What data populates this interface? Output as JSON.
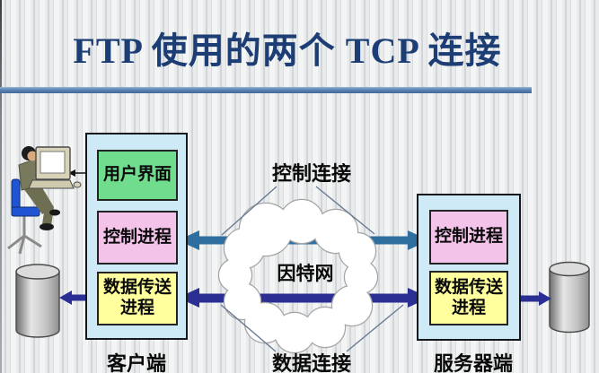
{
  "title": "FTP 使用的两个 TCP 连接",
  "client": {
    "caption": "客户端",
    "user_interface": "用户界面",
    "control_process": "控制进程",
    "data_transfer_line1": "数据传送",
    "data_transfer_line2": "进程"
  },
  "server": {
    "caption": "服务器端",
    "control_process": "控制进程",
    "data_transfer_line1": "数据传送",
    "data_transfer_line2": "进程"
  },
  "network": {
    "cloud": "因特网",
    "control_connection": "控制连接",
    "data_connection": "数据连接"
  },
  "colors": {
    "title_text": "#1d3e74",
    "divider": "#4f7cac",
    "container_fill": "#cdeaf6",
    "user_interface_box": "#70dd8e",
    "control_process_box": "#f3c3ea",
    "data_process_box": "#ffff9e",
    "control_connection_arrow": "#2f6f9f",
    "data_connection_arrow": "#2b2f94",
    "background": "#e9ebec"
  }
}
